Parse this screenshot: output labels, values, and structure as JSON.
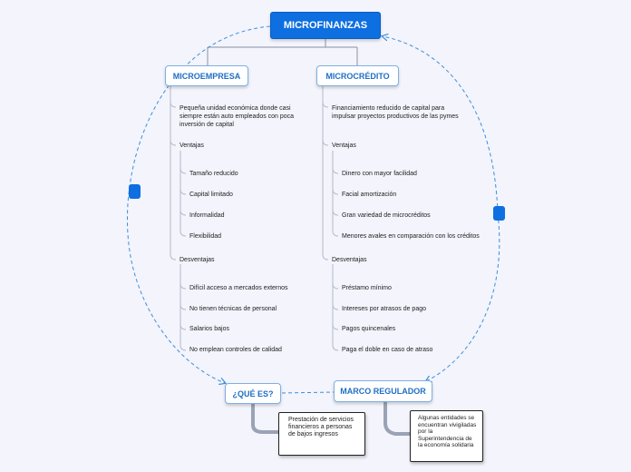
{
  "root": "MICROFINANZAS",
  "left": {
    "title": "MICROEMPRESA",
    "definition": "Pequeña unidad económica donde casi siempre están auto empleados con poca inversión de capital",
    "ventajas_label": "Ventajas",
    "ventajas": [
      "Tamaño reducido",
      "Capital limitado",
      "Informalidad",
      "Flexibilidad"
    ],
    "desventajas_label": "Desventajas",
    "desventajas": [
      "Difícil acceso a mercados externos",
      "No tienen técnicas de personal",
      "Salarios bajos",
      "No emplean controles de calidad"
    ]
  },
  "right": {
    "title": "MICROCRÉDITO",
    "definition": "Financiamiento reducido de capital para impulsar proyectos productivos de las pymes",
    "ventajas_label": "Ventajas",
    "ventajas": [
      "Dinero con mayor facilidad",
      "Facial amortización",
      "Gran variedad de microcréditos",
      "Menores avales en comparación con los créditos"
    ],
    "desventajas_label": "Desventajas",
    "desventajas": [
      "Préstamo mínimo",
      "Intereses por atrasos de pago",
      "Pagos quincenales",
      "Paga el doble en caso de atraso"
    ]
  },
  "que_es": {
    "title": "¿QUÉ ES?",
    "note": "Prestación de servicios financieros a personas de bajos ingresos"
  },
  "marco": {
    "title": "MARCO REGULADOR",
    "note": "Algunas entidades se encuentran vivigiladas por la Superintendencia de la economía solidaria"
  },
  "colors": {
    "accent": "#0e6fe0",
    "connector": "#4a9ae0",
    "tree": "#9aa3b5"
  }
}
